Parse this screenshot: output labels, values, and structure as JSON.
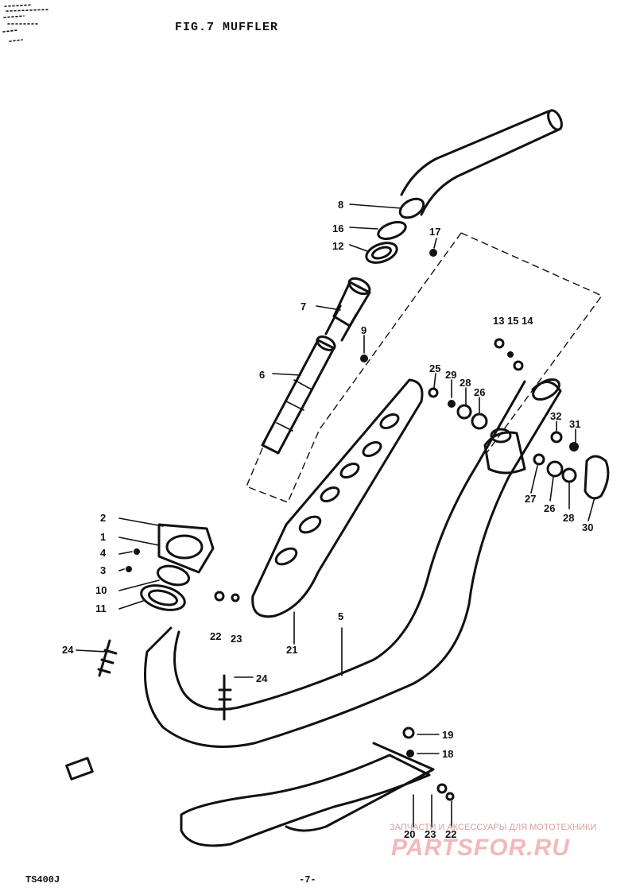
{
  "title": "FIG.7 MUFFLER",
  "footer": {
    "model": "TS400J",
    "page": "-7-"
  },
  "watermark": {
    "line1": "ЗАПЧАСТИ И АКСЕССУАРЫ ДЛЯ МОТОТЕХНИКИ",
    "line2": "PARTSFOR.RU"
  },
  "callouts": [
    {
      "id": "p8",
      "text": "8"
    },
    {
      "id": "p16",
      "text": "16"
    },
    {
      "id": "p12",
      "text": "12"
    },
    {
      "id": "p17",
      "text": "17"
    },
    {
      "id": "p7",
      "text": "7"
    },
    {
      "id": "p9",
      "text": "9"
    },
    {
      "id": "p6",
      "text": "6"
    },
    {
      "id": "p13",
      "text": "13"
    },
    {
      "id": "p15",
      "text": "15"
    },
    {
      "id": "p14",
      "text": "14"
    },
    {
      "id": "p25",
      "text": "25"
    },
    {
      "id": "p29",
      "text": "29"
    },
    {
      "id": "p28a",
      "text": "28"
    },
    {
      "id": "p26a",
      "text": "26"
    },
    {
      "id": "p32",
      "text": "32"
    },
    {
      "id": "p31",
      "text": "31"
    },
    {
      "id": "p27",
      "text": "27"
    },
    {
      "id": "p26b",
      "text": "26"
    },
    {
      "id": "p28b",
      "text": "28"
    },
    {
      "id": "p30",
      "text": "30"
    },
    {
      "id": "p2",
      "text": "2"
    },
    {
      "id": "p1",
      "text": "1"
    },
    {
      "id": "p4",
      "text": "4"
    },
    {
      "id": "p3",
      "text": "3"
    },
    {
      "id": "p10",
      "text": "10"
    },
    {
      "id": "p11",
      "text": "11"
    },
    {
      "id": "p22a",
      "text": "22"
    },
    {
      "id": "p23a",
      "text": "23"
    },
    {
      "id": "p21",
      "text": "21"
    },
    {
      "id": "p5",
      "text": "5"
    },
    {
      "id": "p24a",
      "text": "24"
    },
    {
      "id": "p24b",
      "text": "24"
    },
    {
      "id": "p19",
      "text": "19"
    },
    {
      "id": "p18",
      "text": "18"
    },
    {
      "id": "p20",
      "text": "20"
    },
    {
      "id": "p23b",
      "text": "23"
    },
    {
      "id": "p22b",
      "text": "22"
    }
  ]
}
